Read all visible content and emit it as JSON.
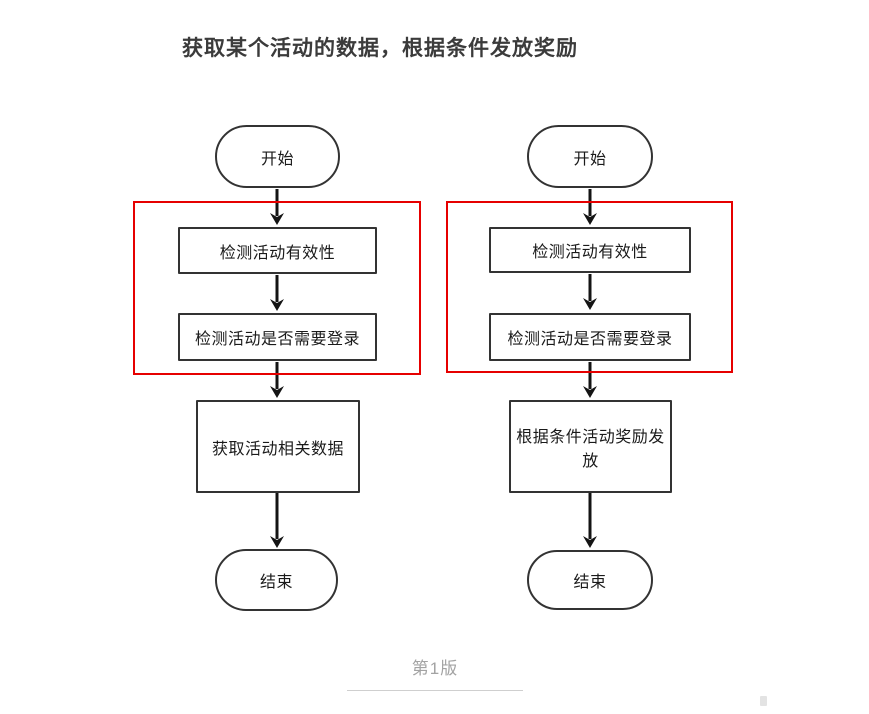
{
  "page": {
    "title": "获取某个活动的数据，根据条件发放奖励",
    "caption": "第1版"
  },
  "colors": {
    "highlight_red": "#e60000",
    "node_border": "#333333",
    "arrow_black": "#141414",
    "caption_gray": "#a3a3a3",
    "divider_gray": "#cfcfcf",
    "title_gray": "#3b3b3b"
  },
  "flowcharts": [
    {
      "id": "left-version",
      "nodes": {
        "start": "开始",
        "step1": "检测活动有效性",
        "step2": "检测活动是否需要登录",
        "step3": "获取活动相关数据",
        "end": "结束"
      }
    },
    {
      "id": "right-version",
      "nodes": {
        "start": "开始",
        "step1": "检测活动有效性",
        "step2": "检测活动是否需要登录",
        "step3": "根据条件活动奖励发放",
        "end": "结束"
      }
    }
  ]
}
